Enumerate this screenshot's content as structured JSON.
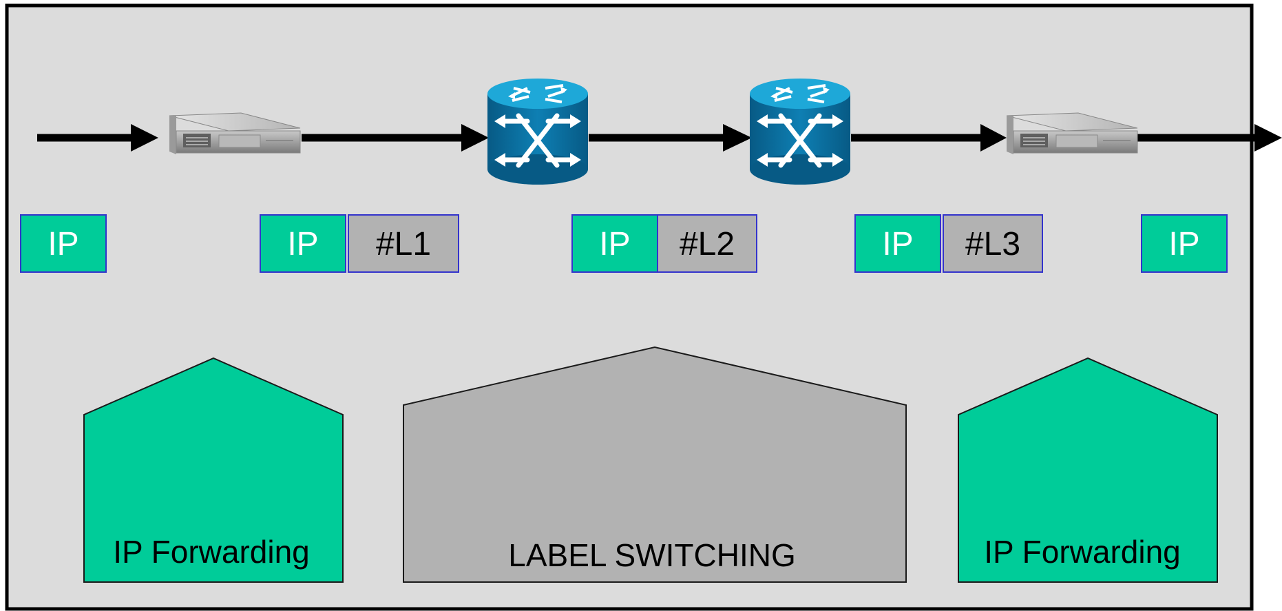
{
  "colors": {
    "panel_fill": "#DCDCDC",
    "panel_stroke": "#000000",
    "ip_fill": "#00CC99",
    "label_fill": "#B2B2B2",
    "box_stroke": "#3333CC",
    "router_blue": "#0A6E9E",
    "router_top": "#1EA8D8"
  },
  "devices": [
    {
      "kind": "edge-router",
      "icon": "server-icon"
    },
    {
      "kind": "label-switch-router",
      "icon": "switch-icon"
    },
    {
      "kind": "label-switch-router",
      "icon": "switch-icon"
    },
    {
      "kind": "edge-router",
      "icon": "server-icon"
    }
  ],
  "packets": [
    {
      "ip": "IP",
      "label": ""
    },
    {
      "ip": "IP",
      "label": "#L1"
    },
    {
      "ip": "IP",
      "label": "#L2"
    },
    {
      "ip": "IP",
      "label": "#L3"
    },
    {
      "ip": "IP",
      "label": ""
    }
  ],
  "domains": [
    {
      "text": "IP Forwarding",
      "kind": "ip"
    },
    {
      "text": "LABEL SWITCHING",
      "kind": "label"
    },
    {
      "text": "IP Forwarding",
      "kind": "ip"
    }
  ]
}
